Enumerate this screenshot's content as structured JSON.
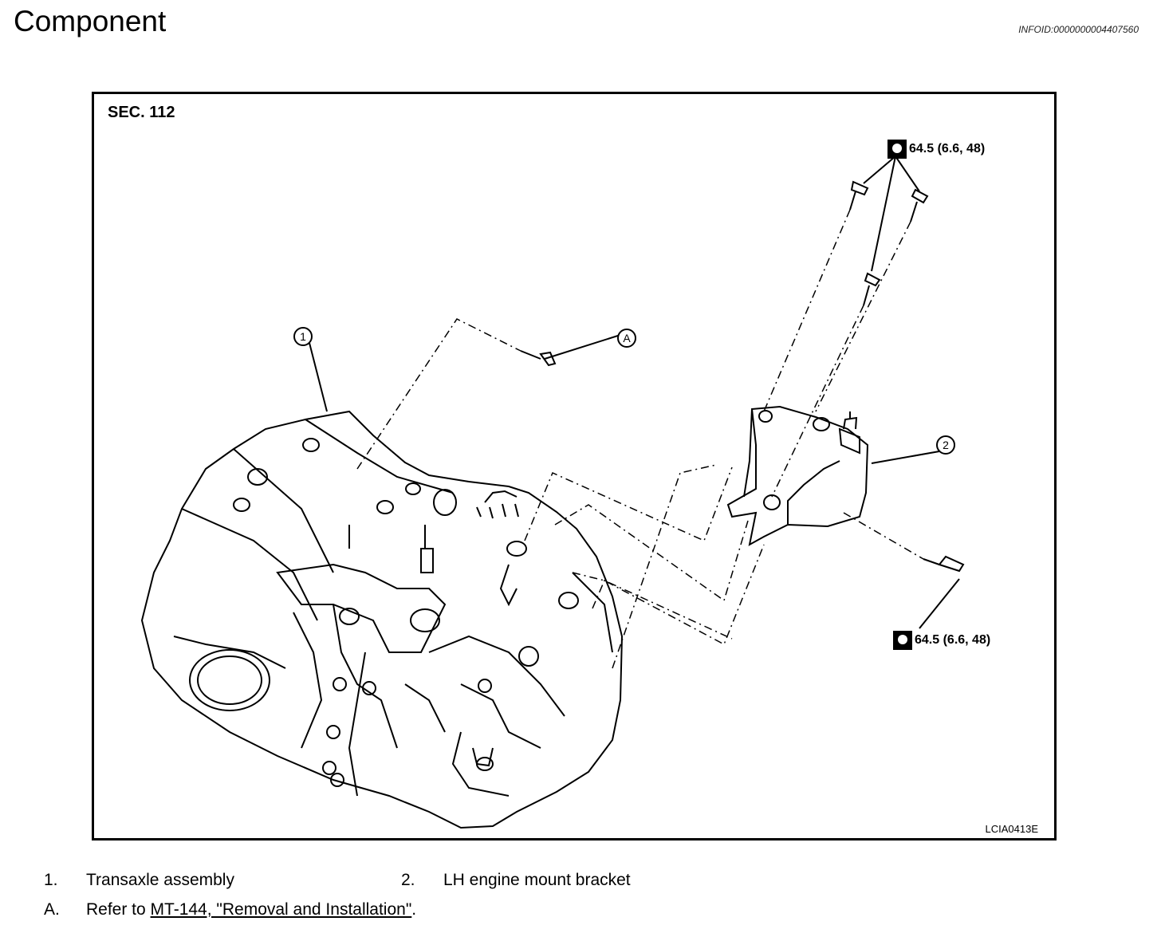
{
  "page": {
    "title": "Component",
    "infoid": "INFOID:0000000004407560"
  },
  "figure": {
    "section": "SEC. 112",
    "torque_top": "64.5 (6.6, 48)",
    "torque_bottom": "64.5 (6.6, 48)",
    "callouts": [
      "1",
      "2",
      "A"
    ],
    "code": "LCIA0413E"
  },
  "legend": {
    "items": [
      {
        "num": "1.",
        "text": "Transaxle assembly"
      },
      {
        "num": "2.",
        "text": "LH engine mount bracket"
      }
    ],
    "note": {
      "letter": "A.",
      "prefix": "Refer to ",
      "link": "MT-144, \"Removal and Installation\"",
      "suffix": "."
    }
  }
}
